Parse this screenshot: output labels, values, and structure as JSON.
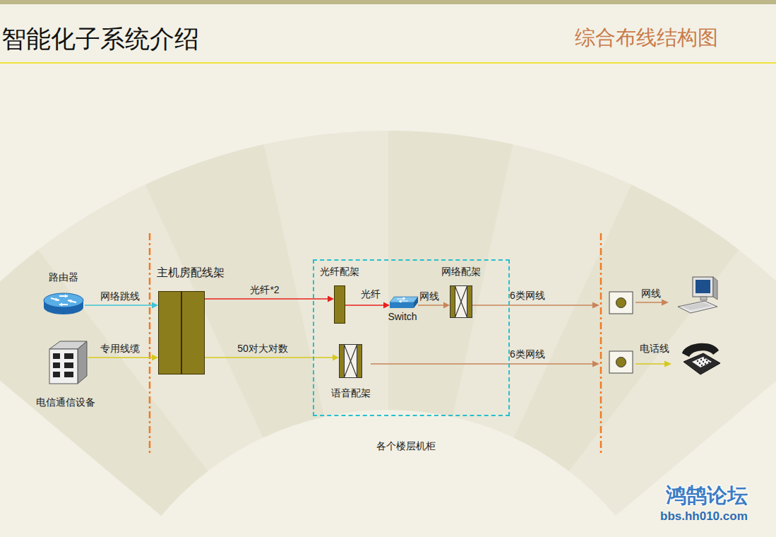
{
  "diagram": {
    "title": "智能化子系统介绍",
    "nodes": [
      {
        "text": [
          "路由器"
        ]
      },
      {
        "text": [
          "电信通信设备"
        ]
      },
      {
        "text": [
          "主机房配线架"
        ]
      },
      {
        "text": [
          "各个楼层机柜"
        ]
      },
      {
        "text": [
          "光纤配架"
        ],
        "in": 3
      },
      {
        "text": [
          "Switch"
        ],
        "in": 3
      },
      {
        "text": [
          "网络配架"
        ],
        "in": 3
      },
      {
        "text": [
          "语音配架"
        ],
        "in": 3
      }
    ],
    "edges": [
      {
        "from": 0,
        "to": 2,
        "label": "网络跳线",
        "arrow": "to"
      },
      {
        "from": 1,
        "to": 2,
        "label": "专用线缆",
        "arrow": "to"
      },
      {
        "from": 2,
        "to": 4,
        "label": "光纤*2",
        "arrow": "to"
      },
      {
        "from": 2,
        "to": 7,
        "label": "50对大对数",
        "arrow": "to"
      },
      {
        "from": 4,
        "to": 5,
        "label": "光纤",
        "arrow": "to"
      },
      {
        "from": 5,
        "to": 6,
        "label": "网线",
        "arrow": "to"
      }
    ],
    "labels": [
      "综合布线结构图",
      "6类网线",
      "6类网线",
      "网线",
      "电话线",
      "鸿鹄论坛",
      "bbs.hh010.com"
    ]
  }
}
